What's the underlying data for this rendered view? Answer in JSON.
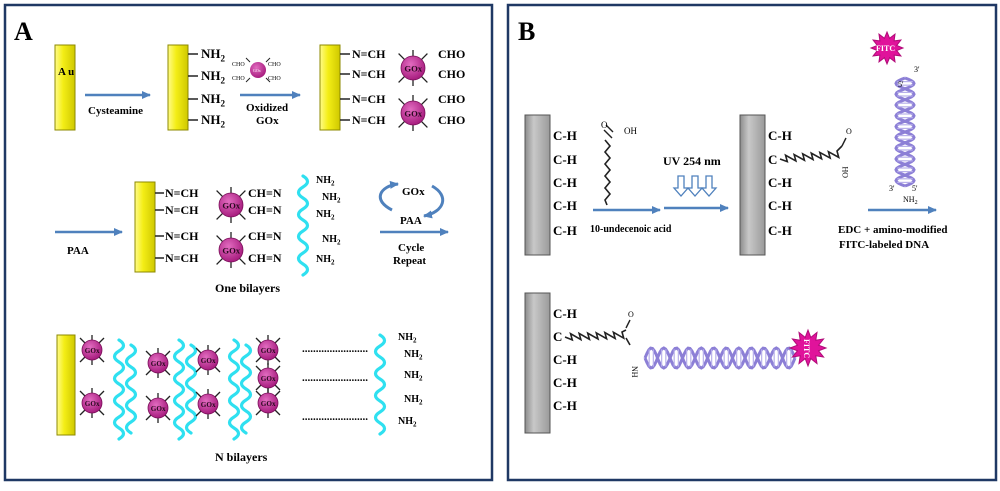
{
  "panel_a": {
    "label": "A",
    "gold_label": "A u",
    "nh2": "NH",
    "sub2": "2",
    "cho": "CHO",
    "cho_small": "CHO",
    "gox": "GOx",
    "imine_left": "N=CH",
    "imine_right": "CH=N",
    "step_cysteamine": "Cysteamine",
    "step_oxidized_1": "Oxidized",
    "step_oxidized_2": "GOx",
    "step_paa": "PAA",
    "cycle_gox": "GOx",
    "cycle_paa": "PAA",
    "cycle_1": "Cycle",
    "cycle_2": "Repeat",
    "caption_one": "One bilayers",
    "caption_n": "N bilayers",
    "dots": "........................"
  },
  "panel_b": {
    "label": "B",
    "ch": "C-H",
    "c": "C",
    "h": "H",
    "oh": "OH",
    "o": "O",
    "nh": "NH",
    "uv": "UV 254 nm",
    "acid": "10-undecenoic acid",
    "edc_1": "EDC + amino-modified",
    "edc_2": "FITC-labeled DNA",
    "fitc": "FITC",
    "p5": "5'",
    "p3": "3'",
    "nh2": "NH",
    "sub2": "2"
  },
  "colors": {
    "gold": "#f4ee16",
    "gold_edge": "#8d8a00",
    "gox": "#b8238a",
    "paa": "#2fe0f0",
    "arrow": "#4f81bd",
    "silicon": "#a6a6a6",
    "fitc": "#e0139b",
    "dna": "#8c7fd6"
  }
}
